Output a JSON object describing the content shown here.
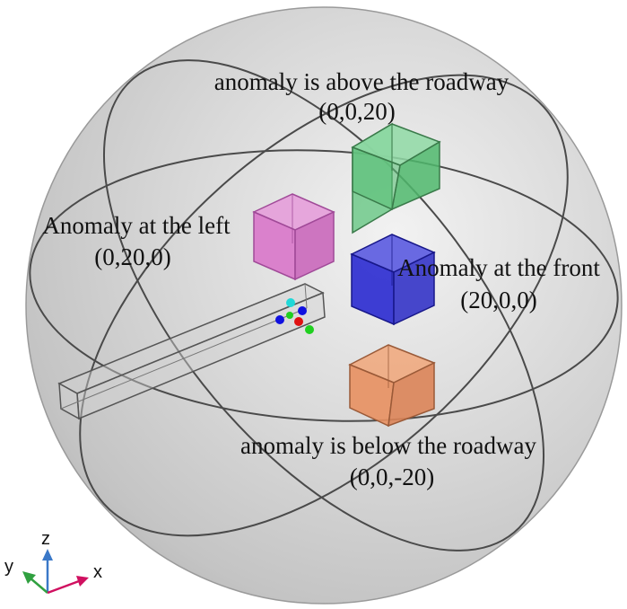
{
  "annotations": {
    "above": {
      "title": "anomaly is above the roadway",
      "coords": "(0,0,20)"
    },
    "left": {
      "title": "Anomaly at the left",
      "coords": "(0,20,0)"
    },
    "front": {
      "title": "Anomaly at the front",
      "coords": "(20,0,0)"
    },
    "below": {
      "title": "anomaly is  below the roadway",
      "coords": "(0,0,-20)"
    }
  },
  "axes": {
    "z": "z",
    "y": "y",
    "x": "x"
  },
  "colors": {
    "sphere": "#c8c8c8",
    "cube_above": "#4fb86c",
    "cube_left": "#d870c8",
    "cube_front": "#2a2ad0",
    "cube_below": "#e89060",
    "axis_z": "#3a78c8",
    "axis_y": "#30a040",
    "axis_x": "#d01060",
    "sensor_cyan": "#20d8d8",
    "sensor_blue": "#1010e0",
    "sensor_red": "#e01010",
    "sensor_green": "#20d020"
  }
}
